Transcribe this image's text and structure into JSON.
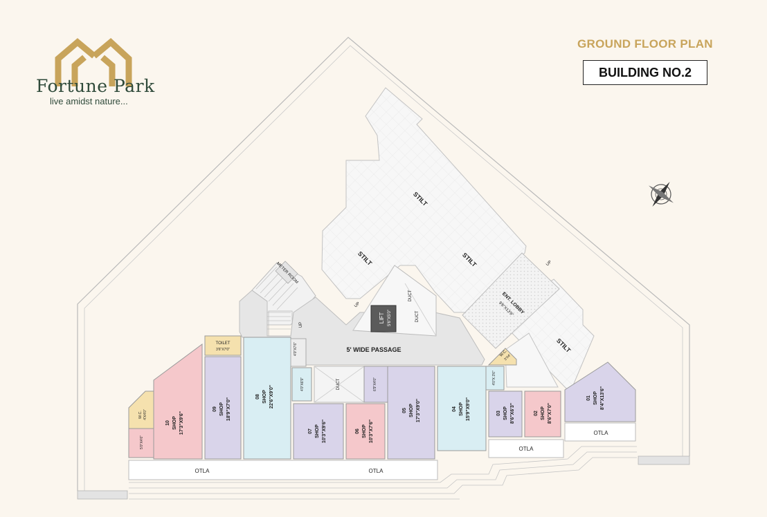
{
  "brand": {
    "name": "Fortune Park",
    "tagline": "live amidst nature...",
    "accent": "#c8a45b",
    "text_color": "#2f4a3a"
  },
  "header": {
    "plan_title": "GROUND FLOOR PLAN",
    "building": "BUILDING NO.2"
  },
  "icons": [
    "house-logo-icon",
    "compass-rose-icon"
  ],
  "colors": {
    "shop_purple": "#d9d4ea",
    "shop_pink": "#f5c8cb",
    "shop_blue": "#d9eef3",
    "toilet_yellow": "#f5e1ae",
    "passage_gray": "#e6e6e6",
    "background": "#fbf6ee"
  },
  "rooms": {
    "shop_10": {
      "number": "10",
      "label": "SHOP",
      "size": "17'3\"X9'6\""
    },
    "shop_09": {
      "number": "09",
      "label": "SHOP",
      "size": "18'9\"X7'0\""
    },
    "shop_08": {
      "number": "08",
      "label": "SHOP",
      "size": "22'6\"X9'0\""
    },
    "shop_07": {
      "number": "07",
      "label": "SHOP",
      "size": "10'3\"X9'6\""
    },
    "shop_06": {
      "number": "06",
      "label": "SHOP",
      "size": "10'3\"X7'6\""
    },
    "shop_05": {
      "number": "05",
      "label": "SHOP",
      "size": "17'3\"X9'0\""
    },
    "shop_04": {
      "number": "04",
      "label": "SHOP",
      "size": "15'9\"X9'0\""
    },
    "shop_03": {
      "number": "03",
      "label": "SHOP",
      "size": "8'6\"X6'3\""
    },
    "shop_02": {
      "number": "02",
      "label": "SHOP",
      "size": "8'6\"X7'0\""
    },
    "shop_01": {
      "number": "01",
      "label": "SHOP",
      "size": "8'4\"X13'6\""
    },
    "toilet": {
      "label": "TOILET",
      "size": "3'6\"X7'0\""
    },
    "wc_left": {
      "label": "W.C.",
      "size": "4'X4'0\""
    },
    "wc_left_lower": {
      "size": "5'0\"X4'6\""
    },
    "wc_right": {
      "label": "W.C.",
      "size": "3'X4'"
    },
    "lift": {
      "label": "LIFT",
      "size": "5'6\"X5'0\""
    },
    "meter_room": {
      "label": "METER ROOM"
    },
    "ent_lobby": {
      "label": "ENT. LOBBY",
      "size": "9'6\"X13'9\""
    },
    "passage": {
      "label": "5' WIDE PASSAGE"
    },
    "stilt_labels": [
      "STILT",
      "STILT",
      "STILT",
      "STILT"
    ],
    "duct_labels": [
      "DUCT",
      "DUCT",
      "DUCT"
    ],
    "up_labels": [
      "UP",
      "UP",
      "UP"
    ],
    "small_sizes": [
      "4'0\"X7'6\"",
      "4'0\"X6'9\"",
      "6'9\"X4'0\"",
      "4'0\"X 3'6\""
    ],
    "otla_labels": [
      "OTLA",
      "OTLA",
      "OTLA",
      "OTLA"
    ]
  }
}
